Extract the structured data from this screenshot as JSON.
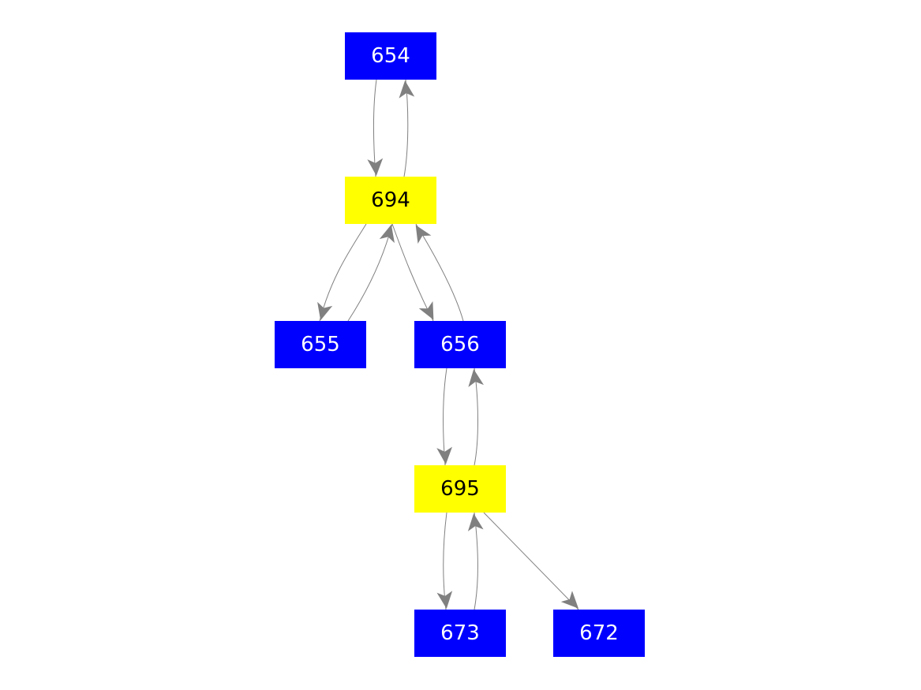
{
  "colors": {
    "blue": "#0000ff",
    "yellow": "#ffff00",
    "edge": "#808080"
  },
  "nodes": {
    "n654": {
      "label": "654",
      "color": "blue"
    },
    "n694": {
      "label": "694",
      "color": "yellow"
    },
    "n655": {
      "label": "655",
      "color": "blue"
    },
    "n656": {
      "label": "656",
      "color": "blue"
    },
    "n695": {
      "label": "695",
      "color": "yellow"
    },
    "n673": {
      "label": "673",
      "color": "blue"
    },
    "n672": {
      "label": "672",
      "color": "blue"
    }
  },
  "edges": [
    [
      "654",
      "694"
    ],
    [
      "694",
      "654"
    ],
    [
      "694",
      "655"
    ],
    [
      "655",
      "694"
    ],
    [
      "694",
      "656"
    ],
    [
      "656",
      "694"
    ],
    [
      "656",
      "695"
    ],
    [
      "695",
      "656"
    ],
    [
      "695",
      "673"
    ],
    [
      "673",
      "695"
    ],
    [
      "695",
      "672"
    ]
  ]
}
